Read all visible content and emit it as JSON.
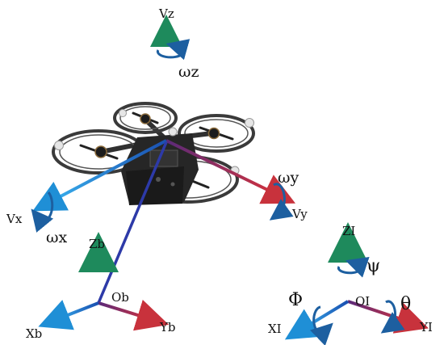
{
  "labels": {
    "vz": "Vz",
    "omega_z": "ωz",
    "omega_y": "ωy",
    "vy": "Vy",
    "vx": "Vx",
    "omega_x": "ωx",
    "zb": "Zb",
    "ob": "Ob",
    "xb": "Xb",
    "yb": "Yb",
    "zi": "ZI",
    "psi": "ψ",
    "oi": "OI",
    "phi": "Φ",
    "theta": "θ",
    "xi": "XI",
    "yi": "YI"
  },
  "colors": {
    "z_axis": "#1e8a5c",
    "y_axis": "#c8323c",
    "x_axis": "#1f8fd6",
    "position_vector": "#2d3aa8",
    "rotation_arrow": "#1d5fa0",
    "drone_body": "#2a2a2a"
  },
  "icons": {
    "drone": "quadrotor-drone-image"
  }
}
